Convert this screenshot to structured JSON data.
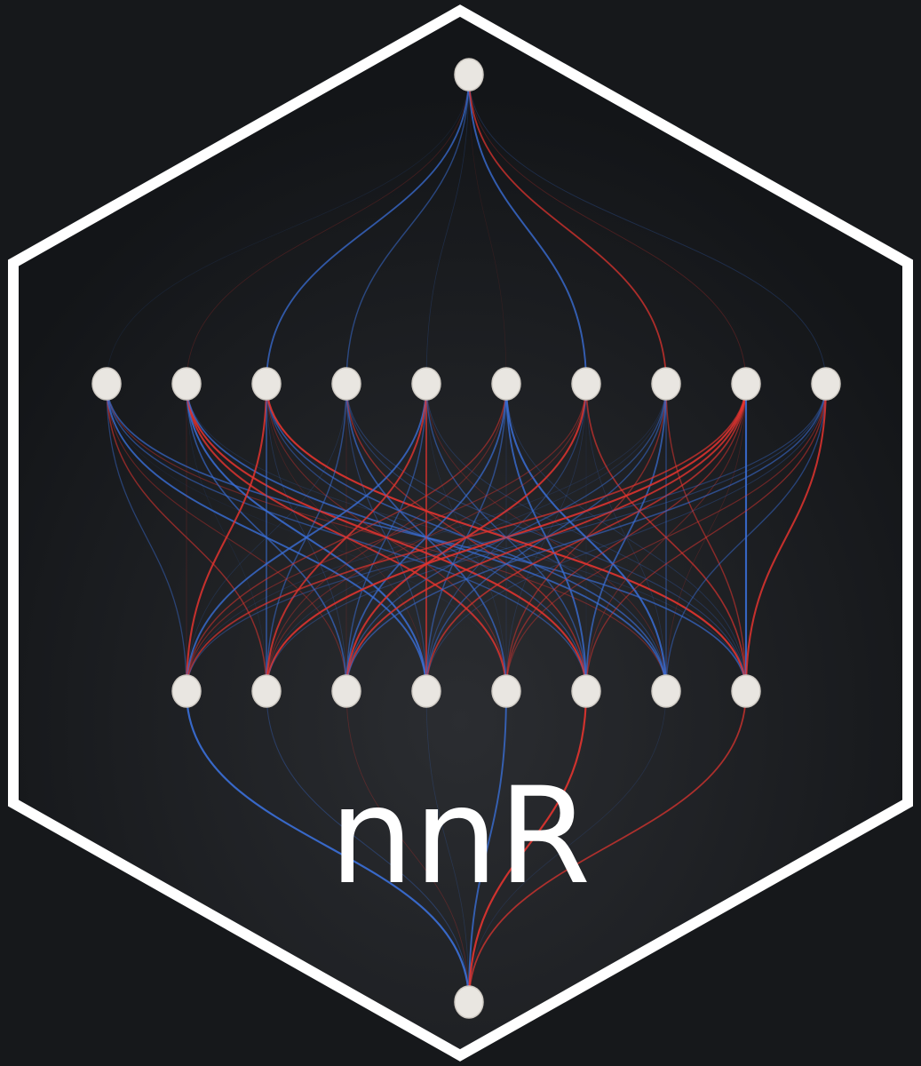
{
  "logo": {
    "name": "nnR",
    "background_color": "#16181b",
    "hex_border_color": "#ffffff",
    "positive_weight_color": "#e3342f",
    "negative_weight_color": "#3a6fd8",
    "node_color": "#e9e6e1",
    "text_color": "#ffffff"
  },
  "network": {
    "layers": [
      1,
      10,
      8,
      1
    ]
  }
}
